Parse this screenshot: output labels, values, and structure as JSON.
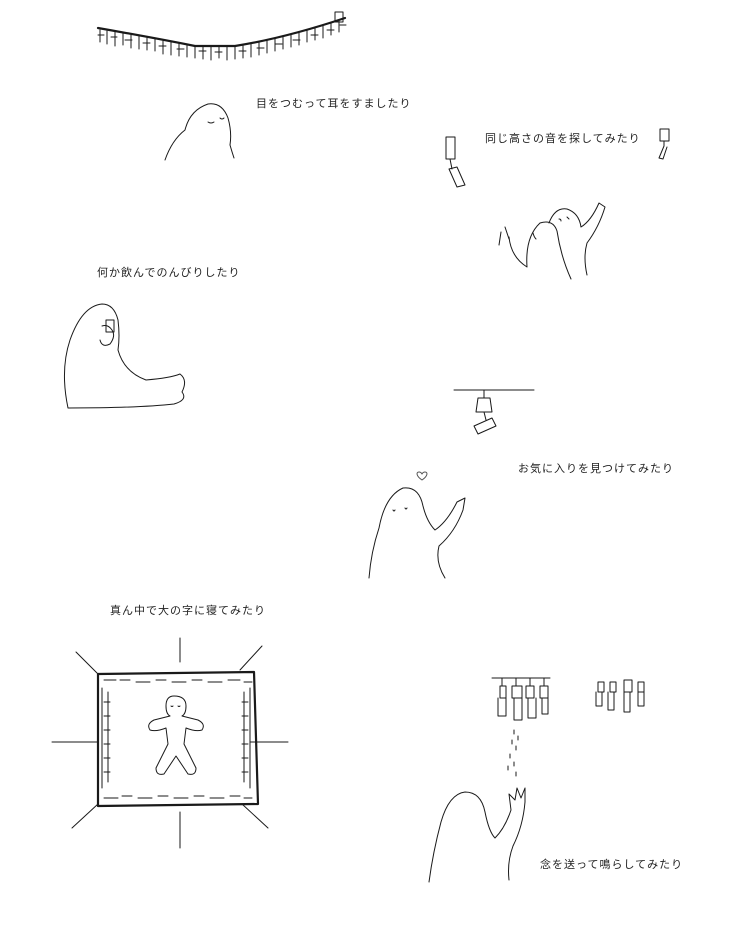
{
  "captions": {
    "close_eyes": "目をつむって耳をすましたり",
    "same_pitch": "同じ高さの音を探してみたり",
    "drink": "何か飲んでのんびりしたり",
    "favorite": "お気に入りを見つけてみたり",
    "lie_down": "真ん中で大の字に寝てみたり",
    "send_thought": "念を送って鳴らしてみたり"
  },
  "colors": {
    "ink": "#1a1a1a",
    "paper": "#ffffff"
  }
}
